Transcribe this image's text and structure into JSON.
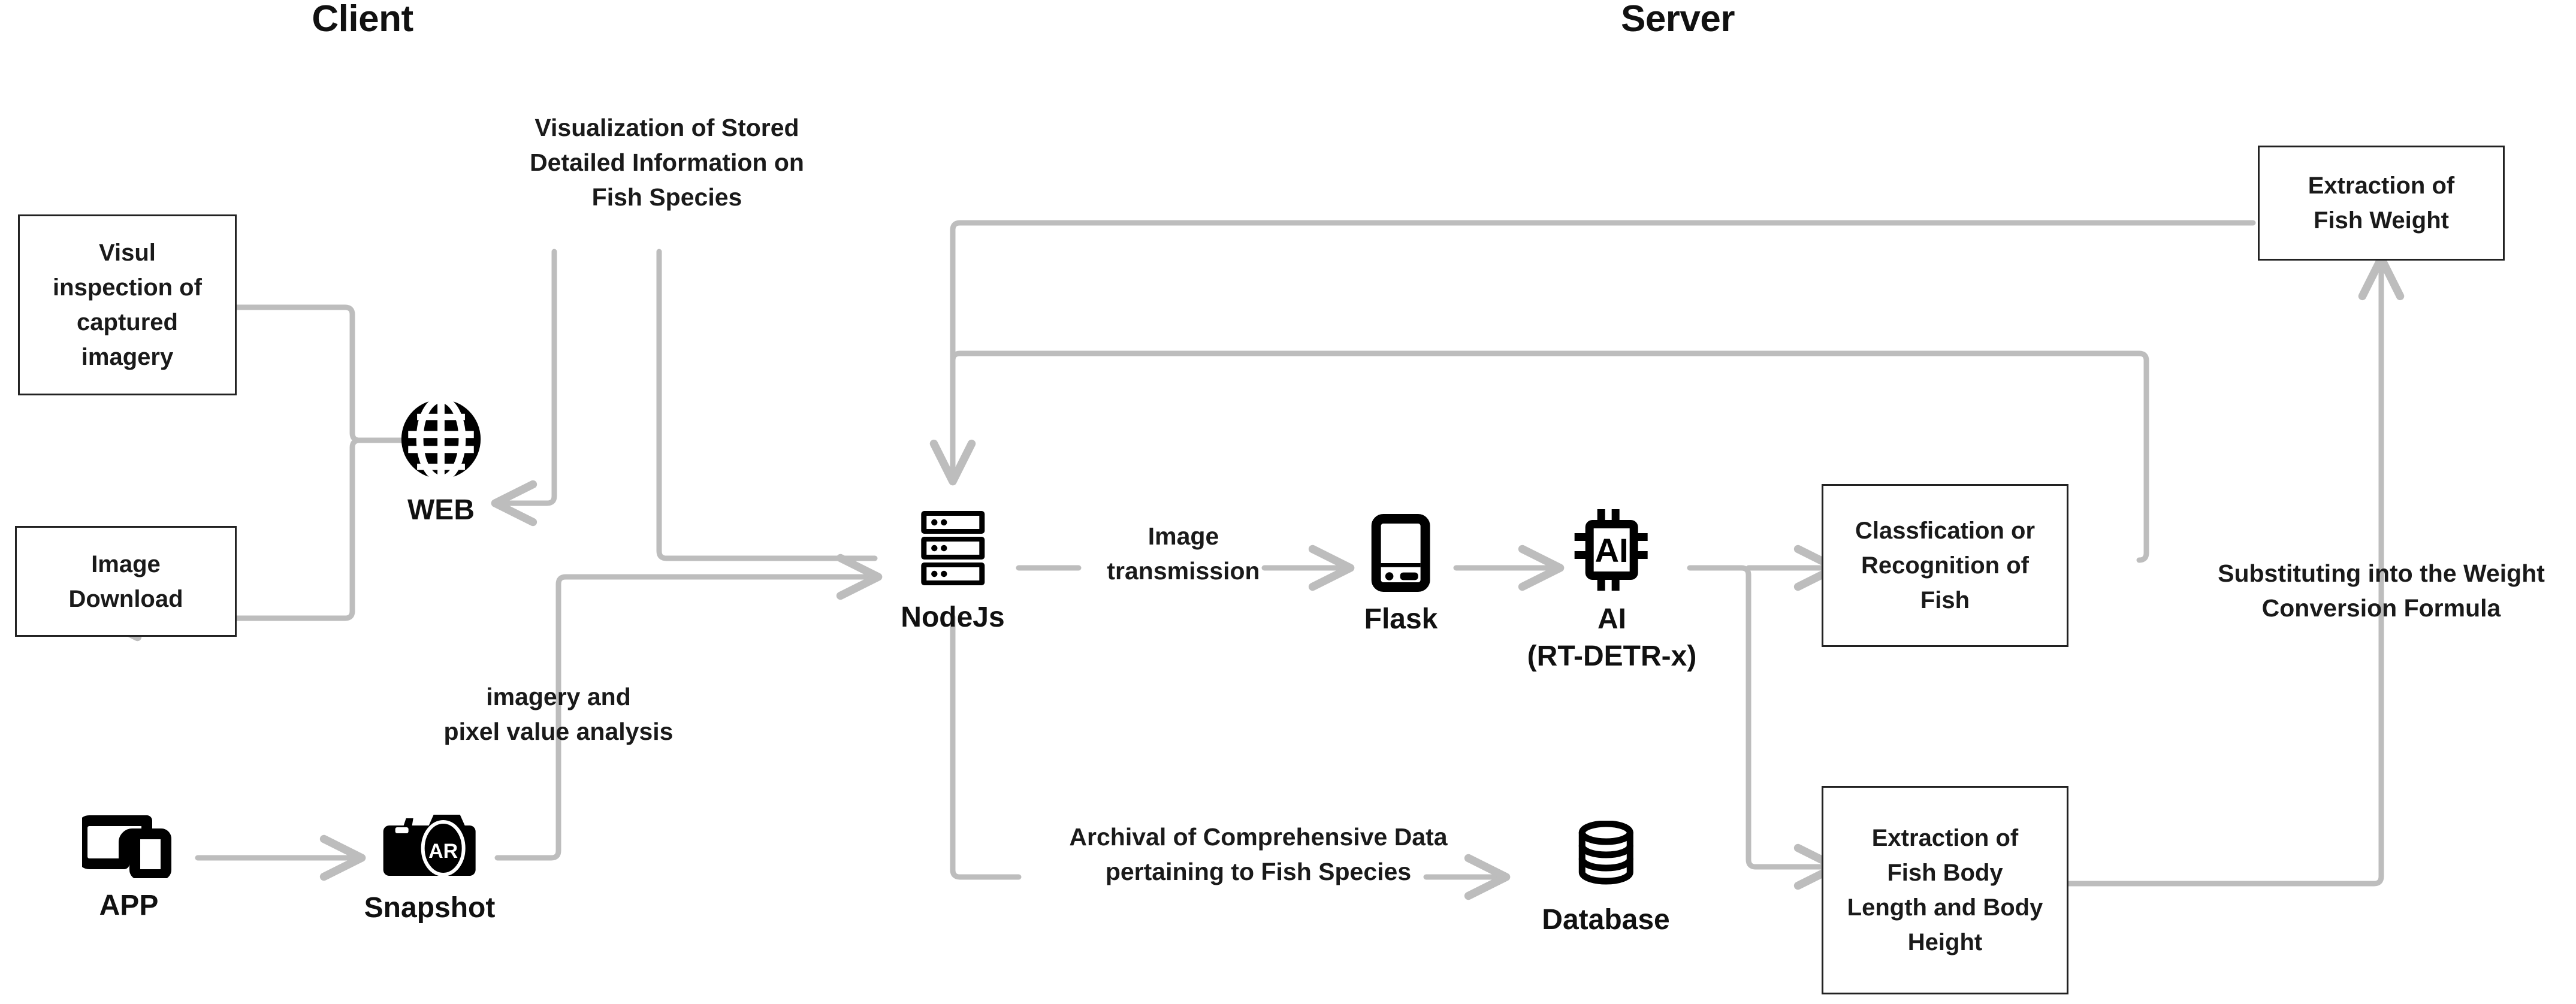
{
  "diagram": {
    "title_client": "Client",
    "title_server": "Server",
    "accent_line_color": "#bdbdbd",
    "box_border_color": "#222222",
    "text_color": "#1a1a1a",
    "background": "#ffffff"
  },
  "sections": [
    {
      "id": "client",
      "label": "Client"
    },
    {
      "id": "server",
      "label": "Server"
    }
  ],
  "boxes": [
    {
      "id": "visual-inspection",
      "label": "Visul\ninspection of\ncaptured\nimagery"
    },
    {
      "id": "image-download",
      "label": "Image\nDownload"
    },
    {
      "id": "classification-recognition",
      "label": "Classfication or\nRecognition of\nFish"
    },
    {
      "id": "extraction-fish-weight",
      "label": "Extraction of\nFish Weight"
    },
    {
      "id": "extraction-body-length-height",
      "label": "Extraction of\nFish Body\nLength and Body\nHeight"
    }
  ],
  "nodes": [
    {
      "id": "web",
      "icon": "globe-icon",
      "caption": "WEB"
    },
    {
      "id": "app",
      "icon": "devices-icon",
      "caption": "APP"
    },
    {
      "id": "snapshot",
      "icon": "camera-ar-icon",
      "caption": "Snapshot"
    },
    {
      "id": "nodejs",
      "icon": "server-rack-icon",
      "caption": "NodeJs"
    },
    {
      "id": "flask",
      "icon": "server-tower-icon",
      "caption": "Flask"
    },
    {
      "id": "ai",
      "icon": "ai-chip-icon",
      "caption": "AI\n(RT-DETR-x)"
    },
    {
      "id": "database",
      "icon": "database-cylinder-icon",
      "caption": "Database"
    }
  ],
  "edge_labels": [
    {
      "id": "visualization-stored-info",
      "text": "Visualization of Stored\nDetailed Information on\nFish Species"
    },
    {
      "id": "imagery-pixel-analysis",
      "text": "imagery and\npixel value analysis"
    },
    {
      "id": "image-transmission",
      "text": "Image\ntransmission"
    },
    {
      "id": "archival-comprehensive-data",
      "text": "Archival of Comprehensive Data\npertaining to Fish Species"
    },
    {
      "id": "substituting-weight-formula",
      "text": "Substituting into the Weight\nConversion Formula"
    }
  ],
  "chart_data": {
    "type": "diagram",
    "title": "Client-Server Fish Analysis System Architecture",
    "nodes": [
      "Visul inspection of captured imagery",
      "Image Download",
      "WEB",
      "APP",
      "Snapshot",
      "NodeJs",
      "Flask",
      "AI (RT-DETR-x)",
      "Database",
      "Classfication or Recognition of Fish",
      "Extraction of Fish Body Length and Body Height",
      "Extraction of Fish Weight"
    ],
    "edges": [
      {
        "from": "WEB",
        "to": "Visul inspection of captured imagery",
        "label": ""
      },
      {
        "from": "WEB",
        "to": "Image Download",
        "label": ""
      },
      {
        "from": "APP",
        "to": "Snapshot",
        "label": ""
      },
      {
        "from": "Snapshot",
        "to": "NodeJs",
        "label": "imagery and pixel value analysis"
      },
      {
        "from": "NodeJs",
        "to": "WEB",
        "label": "Visualization of Stored Detailed Information on Fish Species"
      },
      {
        "from": "NodeJs",
        "to": "Flask",
        "label": "Image transmission"
      },
      {
        "from": "Flask",
        "to": "AI (RT-DETR-x)",
        "label": ""
      },
      {
        "from": "AI (RT-DETR-x)",
        "to": "Classfication or Recognition of Fish",
        "label": ""
      },
      {
        "from": "AI (RT-DETR-x)",
        "to": "Extraction of Fish Body Length and Body Height",
        "label": ""
      },
      {
        "from": "NodeJs",
        "to": "Database",
        "label": "Archival of Comprehensive Data pertaining to Fish Species"
      },
      {
        "from": "Extraction of Fish Body Length and Body Height",
        "to": "Extraction of Fish Weight",
        "label": "Substituting into the Weight Conversion Formula"
      },
      {
        "from": "Classfication or Recognition of Fish",
        "to": "NodeJs",
        "label": ""
      },
      {
        "from": "Extraction of Fish Weight",
        "to": "NodeJs",
        "label": ""
      }
    ]
  }
}
